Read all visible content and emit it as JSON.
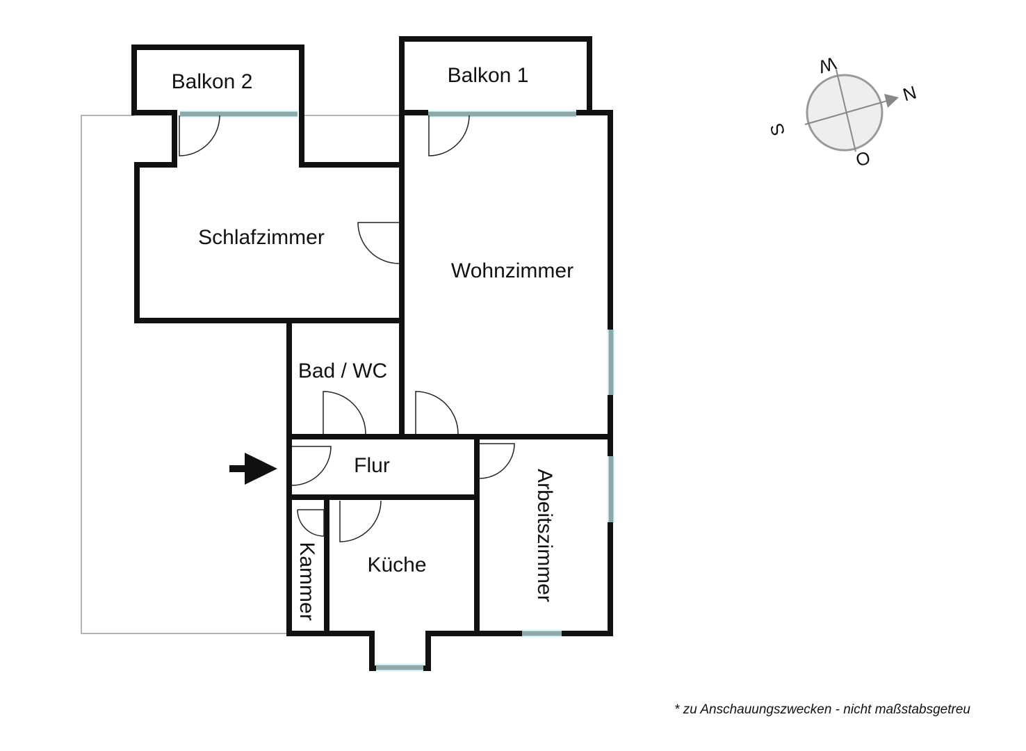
{
  "rooms": {
    "balkon2": "Balkon 2",
    "balkon1": "Balkon 1",
    "schlafzimmer": "Schlafzimmer",
    "wohnzimmer": "Wohnzimmer",
    "bad": "Bad / WC",
    "flur": "Flur",
    "arbeitszimmer": "Arbeitszimmer",
    "kammer": "Kammer",
    "kueche": "Küche"
  },
  "compass": {
    "north": "N",
    "south": "S",
    "west": "W",
    "east": "O"
  },
  "note": "* zu Anschauungszwecken - nicht maßstabsgetreu",
  "colors": {
    "wall": "#111111",
    "window": "#8fa9ab",
    "compass_fill": "#eeeeee",
    "compass_stroke": "#999999"
  }
}
